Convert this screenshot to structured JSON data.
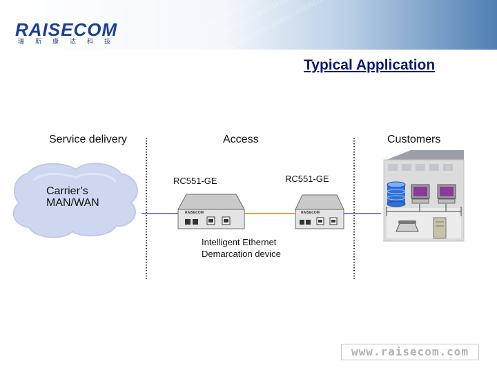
{
  "brand": {
    "logo": "RAISECOM",
    "logo_chinese": "瑞斯康达科技"
  },
  "binary_text": "0110101010101101010110101011010101011010101",
  "title": "Typical Application",
  "sections": {
    "service": "Service delivery",
    "access": "Access",
    "customers": "Customers"
  },
  "cloud_label": "Carrier’s\nMAN/WAN",
  "devices": {
    "left_label": "RC551-GE",
    "right_label": "RC551-GE",
    "device_brand": "RAISECOM",
    "caption": "Intelligent Ethernet\nDemarcation device"
  },
  "footer_url": "www.raisecom.com",
  "colors": {
    "title": "#0e1a6e",
    "logo": "#1d3f8f",
    "line_left": "#7a7fd0",
    "line_right": "#e8a23a",
    "cloud": "#cfd7f0"
  }
}
